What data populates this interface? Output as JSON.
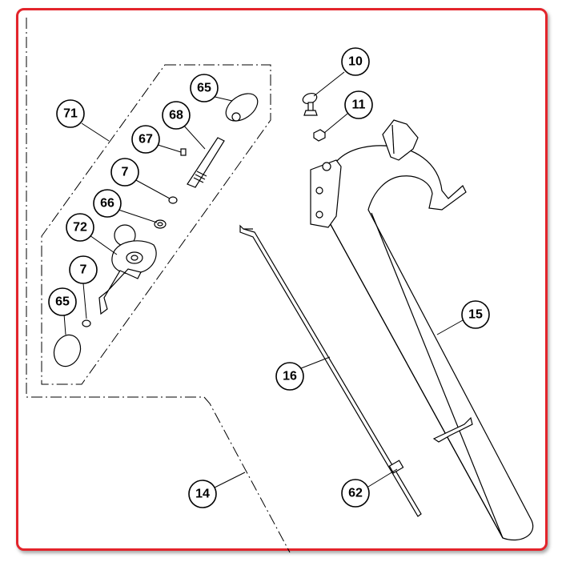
{
  "diagram": {
    "frame_color": "#e3242b",
    "callouts": [
      {
        "id": "c10",
        "label": "10"
      },
      {
        "id": "c11",
        "label": "11"
      },
      {
        "id": "c65a",
        "label": "65"
      },
      {
        "id": "c68",
        "label": "68"
      },
      {
        "id": "c71",
        "label": "71"
      },
      {
        "id": "c67",
        "label": "67"
      },
      {
        "id": "c7a",
        "label": "7"
      },
      {
        "id": "c66",
        "label": "66"
      },
      {
        "id": "c72",
        "label": "72"
      },
      {
        "id": "c7b",
        "label": "7"
      },
      {
        "id": "c65b",
        "label": "65"
      },
      {
        "id": "c15",
        "label": "15"
      },
      {
        "id": "c16",
        "label": "16"
      },
      {
        "id": "c14",
        "label": "14"
      },
      {
        "id": "c62",
        "label": "62"
      }
    ]
  }
}
